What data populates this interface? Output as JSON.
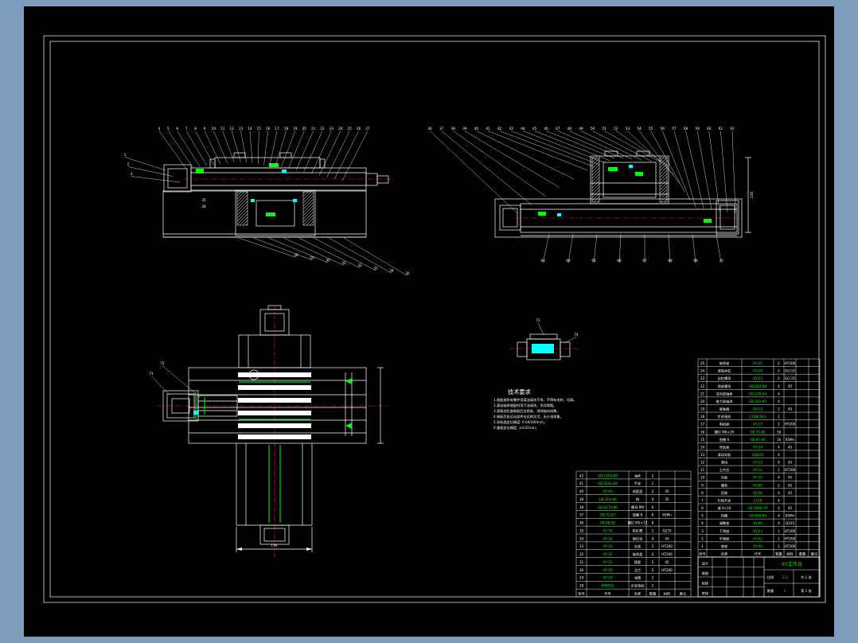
{
  "colors": {
    "page_margin": "#7e9cbc",
    "sheet": "#000000",
    "line": "#ffffff",
    "accent_green": "#00ff00",
    "accent_cyan": "#00ffff",
    "centerline_red": "#ff2222"
  },
  "views": {
    "side_x": {
      "callouts_left": [
        "1",
        "2",
        "3"
      ],
      "callouts_top": [
        "4",
        "5",
        "6",
        "7",
        "8",
        "9",
        "10",
        "11",
        "12",
        "13",
        "14",
        "15",
        "16",
        "17",
        "18",
        "19",
        "20",
        "21",
        "22",
        "23",
        "24",
        "25",
        "26",
        "27"
      ],
      "callouts_bottom": [
        "28",
        "29",
        "30",
        "31",
        "32",
        "33",
        "34",
        "35"
      ],
      "dims": {
        "d1": "35",
        "d2": "28"
      }
    },
    "side_y": {
      "callouts_top": [
        "36",
        "37",
        "38",
        "39",
        "40",
        "41",
        "42",
        "43",
        "44",
        "45",
        "46",
        "47",
        "48",
        "49",
        "50",
        "51",
        "52",
        "53",
        "54",
        "55",
        "56",
        "57",
        "58",
        "59",
        "60",
        "61",
        "62"
      ],
      "callouts_bottom": [
        "63",
        "64",
        "65",
        "66",
        "67",
        "68",
        "69",
        "70"
      ],
      "dim_right": "220"
    },
    "plan": {
      "callouts": [
        "71",
        "72"
      ],
      "dim_bottom": "779"
    },
    "detail": {
      "callouts": [
        "73",
        "74"
      ]
    }
  },
  "tech_requirements": {
    "title": "技术要求",
    "lines": [
      "1.装配前所有零件用煤油清洗干净，不得有毛刺、切屑。",
      "2.滚动轴承装配时用汽油清洗，涂润滑脂。",
      "3.滚珠丝杠副装配后应预紧，消除轴向间隙。",
      "4.装配后各运动部件应运转灵活，无卡滞现象。",
      "5.导轨面定位精度: 0.04/300mm。",
      "6.重复定位精度: ±0.01mm。"
    ]
  },
  "bom_mid": {
    "headers": [
      "序号",
      "代号",
      "名称",
      "数量",
      "材料",
      "备注"
    ],
    "rows": [
      {
        "no": "42",
        "code": "GB 1154-89",
        "name": "油杯",
        "qty": "2",
        "mat": "",
        "note": ""
      },
      {
        "no": "41",
        "code": "GB 4141-84",
        "name": "手轮",
        "qty": "1",
        "mat": "",
        "note": ""
      },
      {
        "no": "40",
        "code": "XY-40",
        "name": "刻度盘",
        "qty": "2",
        "mat": "45",
        "note": ""
      },
      {
        "no": "39",
        "code": "GB 119-86",
        "name": "销",
        "qty": "4",
        "mat": "35",
        "note": ""
      },
      {
        "no": "38",
        "code": "GB 6170-86",
        "name": "螺母 M8",
        "qty": "6",
        "mat": "",
        "note": ""
      },
      {
        "no": "37",
        "code": "GB 93-87",
        "name": "垫圈 8",
        "qty": "6",
        "mat": "65Mn",
        "note": ""
      },
      {
        "no": "36",
        "code": "GB 68-85",
        "name": "螺钉 M5×12",
        "qty": "8",
        "mat": "",
        "note": ""
      },
      {
        "no": "35",
        "code": "XY-35",
        "name": "防护罩",
        "qty": "2",
        "mat": "Q235",
        "note": ""
      },
      {
        "no": "34",
        "code": "XY-34",
        "name": "限位块",
        "qty": "4",
        "mat": "45",
        "note": ""
      },
      {
        "no": "33",
        "code": "XY-33",
        "name": "支架",
        "qty": "2",
        "mat": "HT200",
        "note": ""
      },
      {
        "no": "32",
        "code": "XY-32",
        "name": "轴承盖",
        "qty": "2",
        "mat": "HT200",
        "note": ""
      },
      {
        "no": "31",
        "code": "XY-31",
        "name": "隔套",
        "qty": "2",
        "mat": "45",
        "note": ""
      },
      {
        "no": "30",
        "code": "XY-30",
        "name": "法兰",
        "qty": "2",
        "mat": "HT200",
        "note": ""
      },
      {
        "no": "29",
        "code": "XY-29",
        "name": "油管",
        "qty": "2",
        "mat": "",
        "note": ""
      },
      {
        "no": "28",
        "code": "90BF02",
        "name": "步进电机",
        "qty": "2",
        "mat": "",
        "note": ""
      }
    ]
  },
  "bom_right": {
    "headers": [
      "序号",
      "名称",
      "代号",
      "数量",
      "材料",
      "重量",
      "备注"
    ],
    "rows": [
      {
        "no": "25",
        "name": "轴承座",
        "code": "XY-25",
        "qty": "2",
        "mat": "HT200",
        "note": ""
      },
      {
        "no": "24",
        "name": "滚珠丝杠",
        "code": "XY-24",
        "qty": "2",
        "mat": "GCr15",
        "note": ""
      },
      {
        "no": "23",
        "name": "丝杠螺母",
        "code": "XY-23",
        "qty": "2",
        "mat": "GCr15",
        "note": ""
      },
      {
        "no": "22",
        "name": "锁紧螺母",
        "code": "GB 812-88",
        "qty": "4",
        "mat": "45",
        "note": ""
      },
      {
        "no": "21",
        "name": "深沟球轴承",
        "code": "GB 276-94",
        "qty": "4",
        "mat": "",
        "note": ""
      },
      {
        "no": "20",
        "name": "推力球轴承",
        "code": "GB 301-95",
        "qty": "4",
        "mat": "",
        "note": ""
      },
      {
        "no": "19",
        "name": "联轴器",
        "code": "XY-19",
        "qty": "2",
        "mat": "45",
        "note": ""
      },
      {
        "no": "18",
        "name": "步进电机",
        "code": "110BF003",
        "qty": "1",
        "mat": "",
        "note": ""
      },
      {
        "no": "17",
        "name": "电机座",
        "code": "XY-17",
        "qty": "2",
        "mat": "HT200",
        "note": ""
      },
      {
        "no": "16",
        "name": "螺钉 M6×20",
        "code": "GB 70-85",
        "qty": "16",
        "mat": "",
        "note": ""
      },
      {
        "no": "15",
        "name": "垫圈 6",
        "code": "GB 97-85",
        "qty": "16",
        "mat": "65Mn",
        "note": ""
      },
      {
        "no": "14",
        "name": "导轨座",
        "code": "XY-14",
        "qty": "4",
        "mat": "45",
        "note": ""
      },
      {
        "no": "13",
        "name": "滚动导轨",
        "code": "GGB25",
        "qty": "4",
        "mat": "",
        "note": ""
      },
      {
        "no": "12",
        "name": "滑块",
        "code": "XY-12",
        "qty": "8",
        "mat": "45",
        "note": ""
      },
      {
        "no": "11",
        "name": "工作台",
        "code": "XY-11",
        "qty": "1",
        "mat": "HT200",
        "note": ""
      },
      {
        "no": "10",
        "name": "压板",
        "code": "XY-10",
        "qty": "4",
        "mat": "45",
        "note": ""
      },
      {
        "no": "9",
        "name": "镶条",
        "code": "XY-09",
        "qty": "2",
        "mat": "45",
        "note": ""
      },
      {
        "no": "8",
        "name": "挡铁",
        "code": "XY-08",
        "qty": "4",
        "mat": "45",
        "note": ""
      },
      {
        "no": "7",
        "name": "行程开关",
        "code": "LX19",
        "qty": "4",
        "mat": "",
        "note": ""
      },
      {
        "no": "6",
        "name": "键 4×16",
        "code": "GB 1096-79",
        "qty": "2",
        "mat": "45",
        "note": ""
      },
      {
        "no": "5",
        "name": "挡圈",
        "code": "GB 894-86",
        "qty": "4",
        "mat": "65Mn",
        "note": ""
      },
      {
        "no": "4",
        "name": "调整垫",
        "code": "XY-04",
        "qty": "4",
        "mat": "Q235",
        "note": ""
      },
      {
        "no": "3",
        "name": "下滑座",
        "code": "XY-03",
        "qty": "1",
        "mat": "HT200",
        "note": ""
      },
      {
        "no": "2",
        "name": "中滑座",
        "code": "XY-02",
        "qty": "1",
        "mat": "HT200",
        "note": ""
      },
      {
        "no": "1",
        "name": "底座",
        "code": "XY-01",
        "qty": "1",
        "mat": "HT200",
        "note": ""
      }
    ]
  },
  "titleblock": {
    "left_labels": [
      "设计",
      "制图",
      "校核",
      "审核"
    ],
    "name": "XY工作台",
    "scale_label": "比例",
    "scale": "1:2",
    "qty_label": "数量",
    "qty": "1",
    "sheet1": "共 1 张",
    "sheet2": "第 1 张"
  }
}
